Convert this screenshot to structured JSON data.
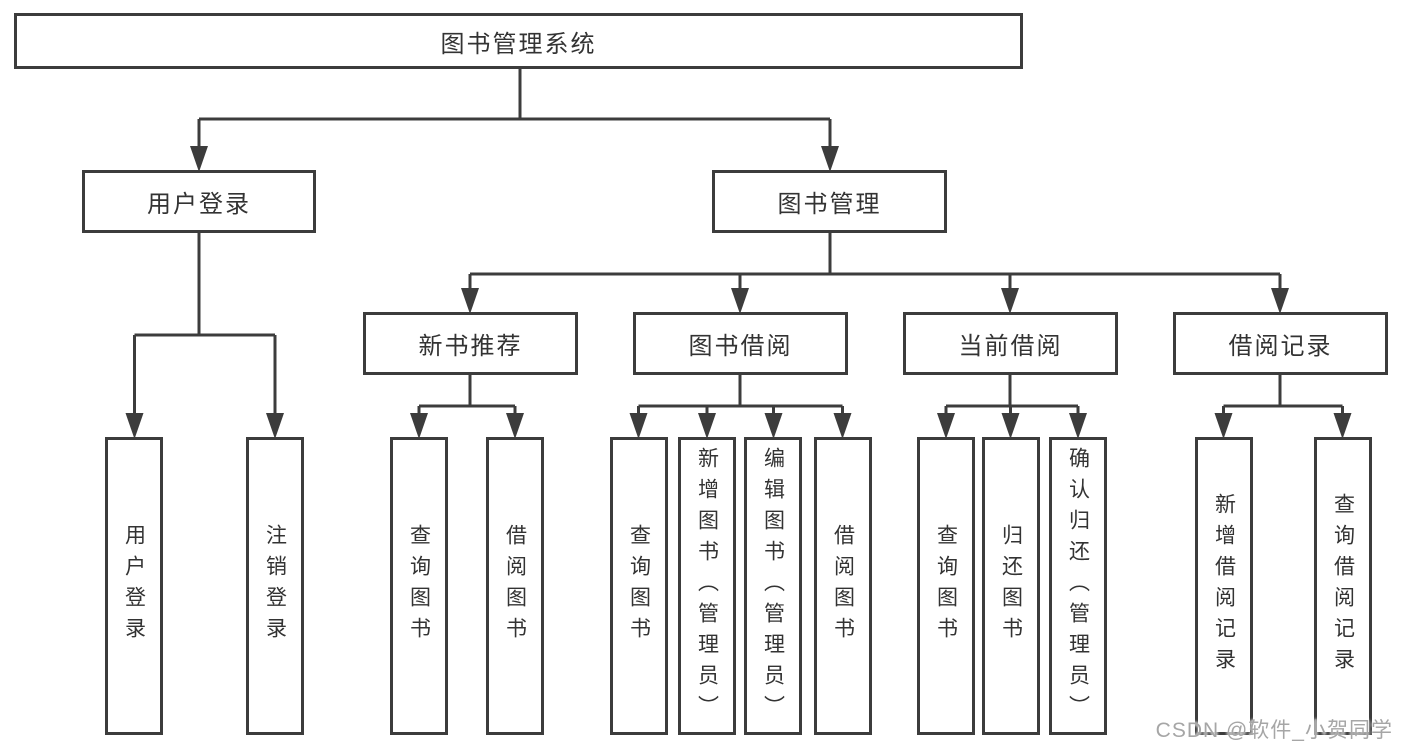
{
  "diagram": {
    "root": {
      "label": "图书管理系统"
    },
    "user_login": {
      "label": "用户登录",
      "children": [
        {
          "label": "用户登录"
        },
        {
          "label": "注销登录"
        }
      ]
    },
    "book_management": {
      "label": "图书管理",
      "children": [
        {
          "label": "新书推荐",
          "children": [
            {
              "label": "查询图书"
            },
            {
              "label": "借阅图书"
            }
          ]
        },
        {
          "label": "图书借阅",
          "children": [
            {
              "label": "查询图书"
            },
            {
              "label": "新增图书（管理员）"
            },
            {
              "label": "编辑图书（管理员）"
            },
            {
              "label": "借阅图书"
            }
          ]
        },
        {
          "label": "当前借阅",
          "children": [
            {
              "label": "查询图书"
            },
            {
              "label": "归还图书"
            },
            {
              "label": "确认归还（管理员）"
            }
          ]
        },
        {
          "label": "借阅记录",
          "children": [
            {
              "label": "新增借阅记录"
            },
            {
              "label": "查询借阅记录"
            }
          ]
        }
      ]
    }
  },
  "watermark": {
    "text": "CSDN @软件_小贺同学"
  },
  "colors": {
    "line": "#3c3c3c",
    "text": "#333333",
    "box_background": "#ffffff",
    "watermark": "#a6a6a6",
    "background": "#ffffff"
  }
}
